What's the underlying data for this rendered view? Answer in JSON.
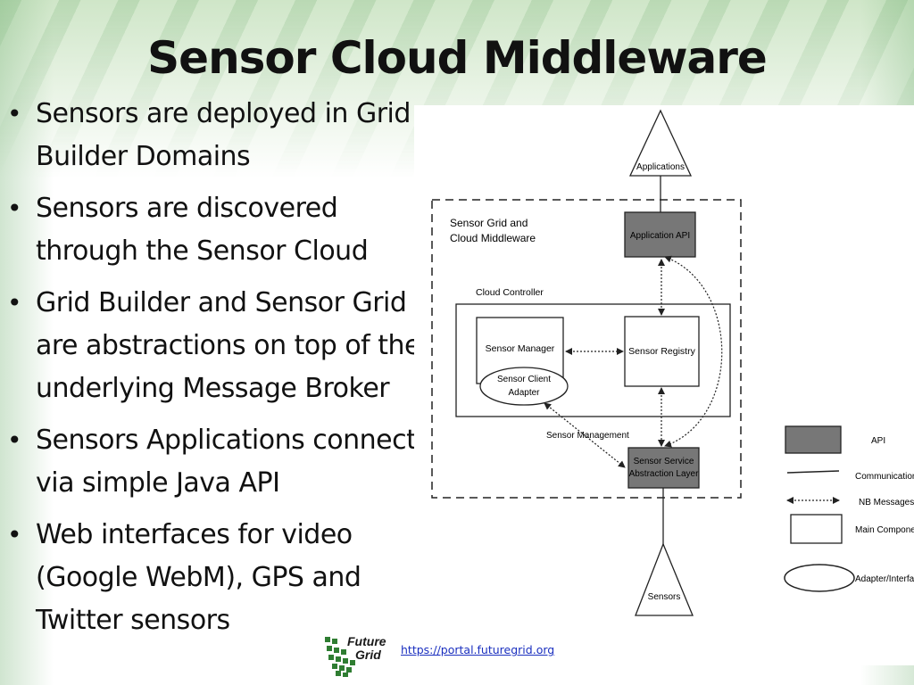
{
  "slide": {
    "title": "Sensor Cloud Middleware",
    "bullets": [
      "Sensors are deployed in Grid Builder Domains",
      "Sensors are discovered through the Sensor Cloud",
      "Grid Builder and Sensor Grid are abstractions on top of the underlying Message Broker",
      "Sensors Applications connect via simple Java API",
      "Web interfaces for video (Google WebM), GPS and Twitter sensors"
    ],
    "bullet_glyph": "•"
  },
  "diagram": {
    "applications_label": "Applications",
    "sensors_label": "Sensors",
    "outer_box_label_line1": "Sensor Grid and",
    "outer_box_label_line2": "Cloud Middleware",
    "cloud_controller_label": "Cloud Controller",
    "application_api_label": "Application API",
    "sensor_manager_label": "Sensor Manager",
    "sensor_registry_label": "Sensor Registry",
    "sensor_client_adapter_line1": "Sensor Client",
    "sensor_client_adapter_line2": "Adapter",
    "sensor_management_label": "Sensor Management",
    "ssal_line1": "Sensor Service",
    "ssal_line2": "Abstraction Layer",
    "legend": {
      "api": "API",
      "communication": "Communication",
      "nb_messages": "NB Messages",
      "main_component": "Main Component",
      "adapter_interface": "Adapter/Interface"
    },
    "colors": {
      "api_fill": "#777777",
      "stroke": "#222222"
    }
  },
  "footer": {
    "logo_line1": "Future",
    "logo_line2": "Grid",
    "url": "https://portal.futuregrid.org"
  }
}
